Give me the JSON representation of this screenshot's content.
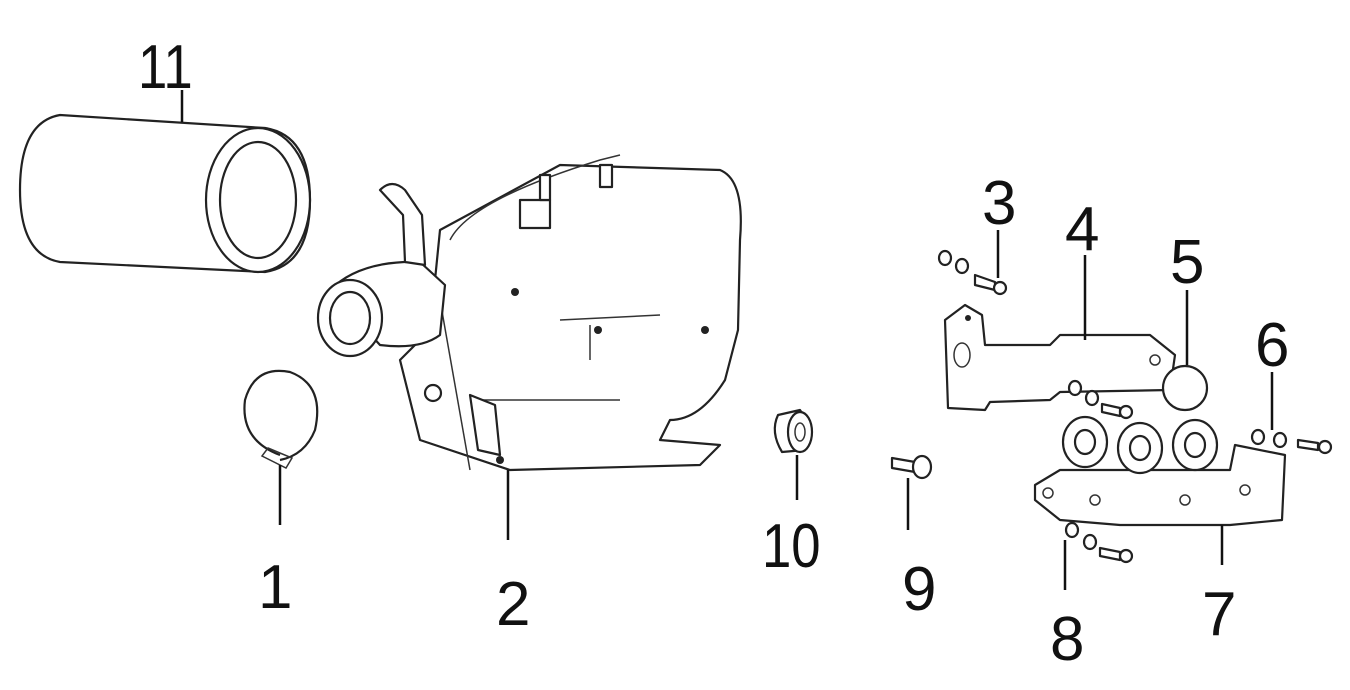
{
  "diagram": {
    "type": "exploded-parts-diagram",
    "callouts": [
      {
        "id": "1",
        "part": "hose-clamp"
      },
      {
        "id": "2",
        "part": "air-cleaner-housing"
      },
      {
        "id": "3",
        "part": "bolt-with-washers"
      },
      {
        "id": "4",
        "part": "upper-bracket"
      },
      {
        "id": "5",
        "part": "rubber-pad"
      },
      {
        "id": "6",
        "part": "bolt-with-washers"
      },
      {
        "id": "7",
        "part": "lower-bracket"
      },
      {
        "id": "8",
        "part": "bolt-with-washers"
      },
      {
        "id": "9",
        "part": "flange-bolt"
      },
      {
        "id": "10",
        "part": "rubber-grommet"
      },
      {
        "id": "11",
        "part": "air-filter-element"
      }
    ]
  }
}
